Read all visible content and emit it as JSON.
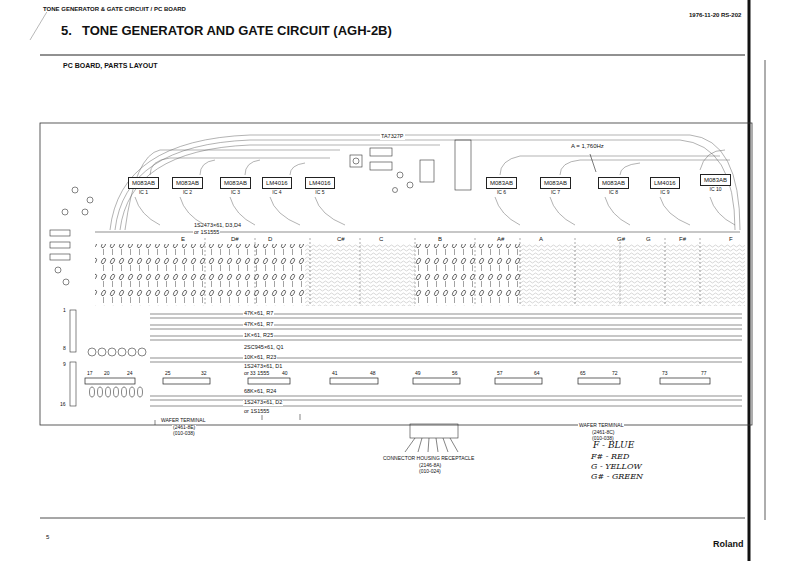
{
  "diagram": {
    "title": "TONE GENERATOR AND GATE CIRCUIT (AGH-2B)",
    "nodes": [
      {
        "text": [
          "M083AB",
          "IC 1"
        ]
      },
      {
        "text": [
          "M083AB",
          "IC 2"
        ]
      },
      {
        "text": [
          "M083AB",
          "IC 3"
        ]
      },
      {
        "text": [
          "LM4016",
          "IC 4"
        ]
      },
      {
        "text": [
          "LM4016",
          "IC 5"
        ]
      },
      {
        "text": [
          "M083AB",
          "IC 6"
        ]
      },
      {
        "text": [
          "M083AB",
          "IC 7"
        ]
      },
      {
        "text": [
          "M083AB",
          "IC 8"
        ]
      },
      {
        "text": [
          "LM4016",
          "IC 9"
        ]
      },
      {
        "text": [
          "M083AB",
          "IC 10"
        ]
      }
    ],
    "labels": [
      "TONE GENERATOR & GATE CIRCUIT / PC BOARD",
      "1976-11-20 RS-202",
      "5.",
      "PC BOARD, PARTS LAYOUT",
      "1S2473×61, D3,D4",
      "or 1S1555",
      "A = 1,760Hz",
      "TA7327P",
      "E",
      "D#",
      "D",
      "C#",
      "C",
      "B",
      "A#",
      "A",
      "G#",
      "G",
      "F#",
      "F",
      "47K×61, R7",
      "47K×61, R7",
      "1K×61, R25",
      "2SC945×61, Q1",
      "10K×61, R23",
      "1S2473×61, D1",
      "or 1S1555",
      "68K×61, R24",
      "1S2473×61, D2",
      "or 1S1555",
      "17",
      "20",
      "24",
      "25",
      "32",
      "33",
      "40",
      "41",
      "48",
      "49",
      "56",
      "57",
      "64",
      "65",
      "72",
      "73",
      "77",
      "1",
      "8",
      "9",
      "16",
      "WAFER TERMINAL",
      "(2461-8E)",
      "(010-038)",
      "CONNECTOR HOUSING RECEPTACLE",
      "(2146-8A)",
      "(010-024)",
      "WAFER TERMINAL",
      "(2461-8C)",
      "(010-038)",
      "F - BLUE",
      "F# - RED",
      "G - YELLOW",
      "G# - GREEN",
      "5",
      "Roland"
    ]
  }
}
